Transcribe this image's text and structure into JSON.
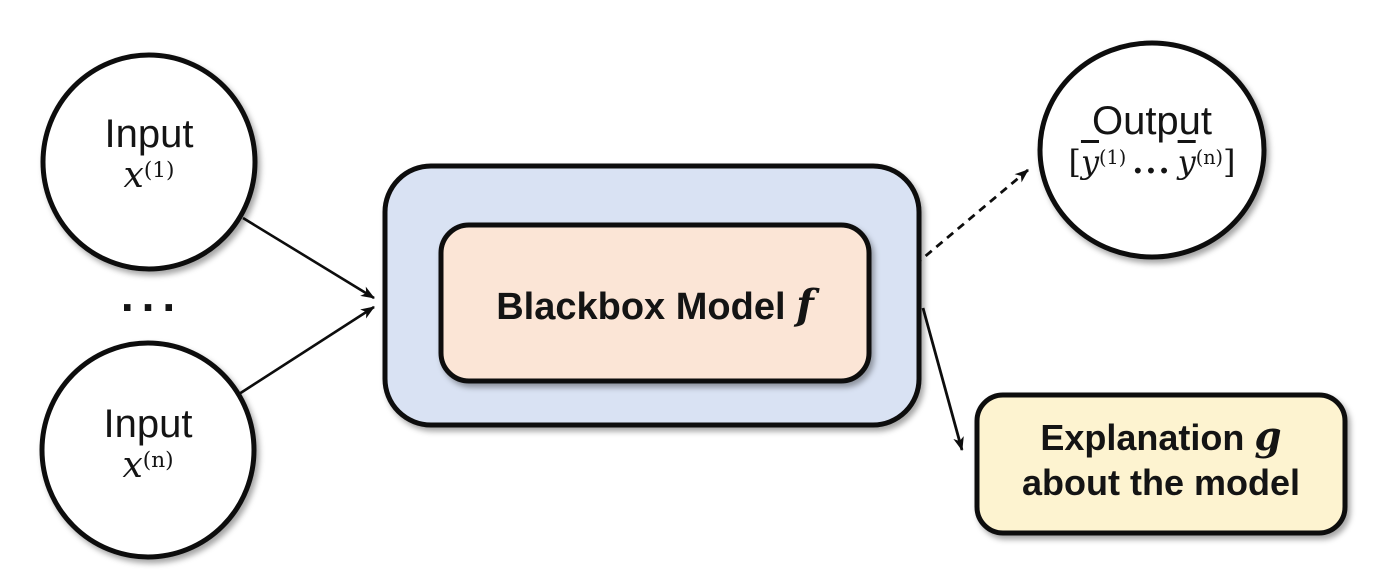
{
  "colors": {
    "background": "#ffffff",
    "node_fill": "#ffffff",
    "stroke": "#0d0d0d",
    "blackbox_outer_fill": "#d9e2f3",
    "blackbox_inner_fill": "#fbe5d6",
    "explanation_fill": "#fdf3d0",
    "text": "#141414"
  },
  "nodes": {
    "input1": {
      "title": "Input",
      "math_base": "x",
      "math_sup": "(1)"
    },
    "ellipsis": "...",
    "input2": {
      "title": "Input",
      "math_base": "x",
      "math_sup": "(n)"
    },
    "blackbox": {
      "title": "Blackbox Model",
      "symbol": "f"
    },
    "output": {
      "title": "Output",
      "open_bracket": "[",
      "first_base": "y",
      "first_sup": "(1)",
      "dots": "...",
      "last_base": "y",
      "last_sup": "(n)",
      "close_bracket": "]"
    },
    "explanation": {
      "title": "Explanation",
      "symbol": "g",
      "subtitle": "about the model"
    }
  }
}
